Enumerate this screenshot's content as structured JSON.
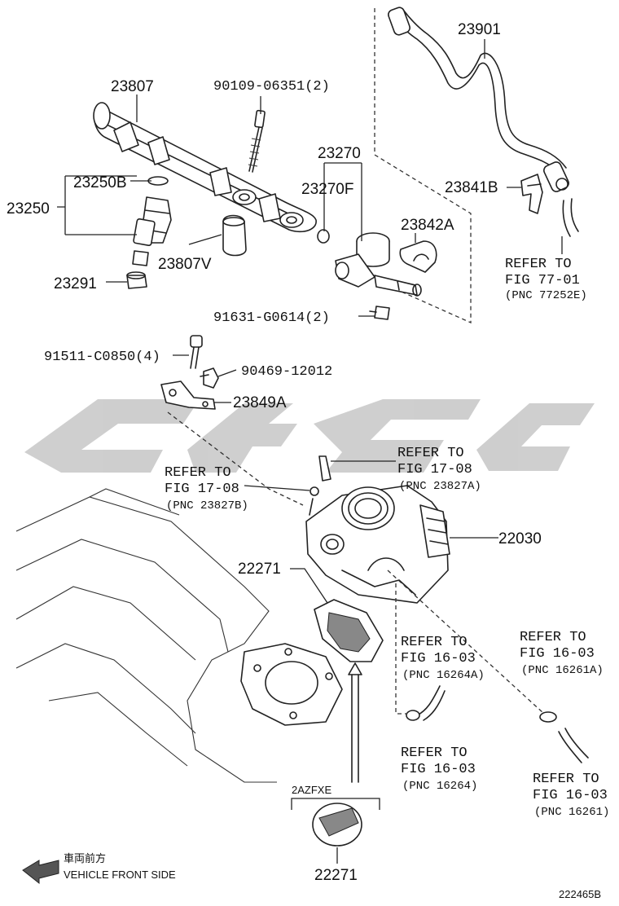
{
  "labels": {
    "p23901": "23901",
    "p23807": "23807",
    "p90109": "90109-06351(2)",
    "p23270": "23270",
    "p23250b": "23250B",
    "p23250": "23250",
    "p23270f": "23270F",
    "p23841b": "23841B",
    "p23842a": "23842A",
    "p23807v": "23807V",
    "p23291": "23291",
    "p91631": "91631-G0614(2)",
    "p91511": "91511-C0850(4)",
    "p90469": "90469-12012",
    "p23849a": "23849A",
    "p22030": "22030",
    "p22271a": "22271",
    "p22271b": "22271",
    "variant": "2AZFXE",
    "diagram_id": "222465B"
  },
  "refs": {
    "r77_line1": "REFER TO",
    "r77_line2": "FIG 77-01",
    "r77_pnc": "(PNC 77252E)",
    "r1708a_line1": "REFER TO",
    "r1708a_line2": "FIG 17-08",
    "r1708a_pnc": "(PNC 23827A)",
    "r1708b_line1": "REFER TO",
    "r1708b_line2": "FIG 17-08",
    "r1708b_pnc": "(PNC 23827B)",
    "r1603a_line1": "REFER TO",
    "r1603a_line2": "FIG 16-03",
    "r1603a_pnc": "(PNC 16264A)",
    "r1603b_line1": "REFER TO",
    "r1603b_line2": "FIG 16-03",
    "r1603b_pnc": "(PNC 16261A)",
    "r1603c_line1": "REFER TO",
    "r1603c_line2": "FIG 16-03",
    "r1603c_pnc": "(PNC 16264)",
    "r1603d_line1": "REFER TO",
    "r1603d_line2": "FIG 16-03",
    "r1603d_pnc": "(PNC 16261)"
  },
  "front": {
    "label_jp": "車両前方",
    "label_en": "VEHICLE FRONT SIDE"
  },
  "colors": {
    "ink": "#222222",
    "watermark": "#cccccc"
  }
}
